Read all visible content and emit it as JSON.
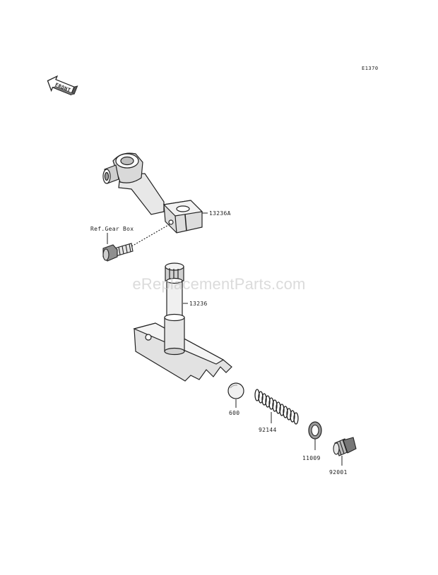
{
  "diagram": {
    "code": "E1370",
    "front_label": "FRONT",
    "watermark": "eReplacementParts.com",
    "labels": {
      "arm": "13236A",
      "ref": "Ref.Gear Box",
      "shaft": "13236",
      "ball": "600",
      "spring": "92144",
      "washer": "11009",
      "plug": "92001"
    }
  }
}
